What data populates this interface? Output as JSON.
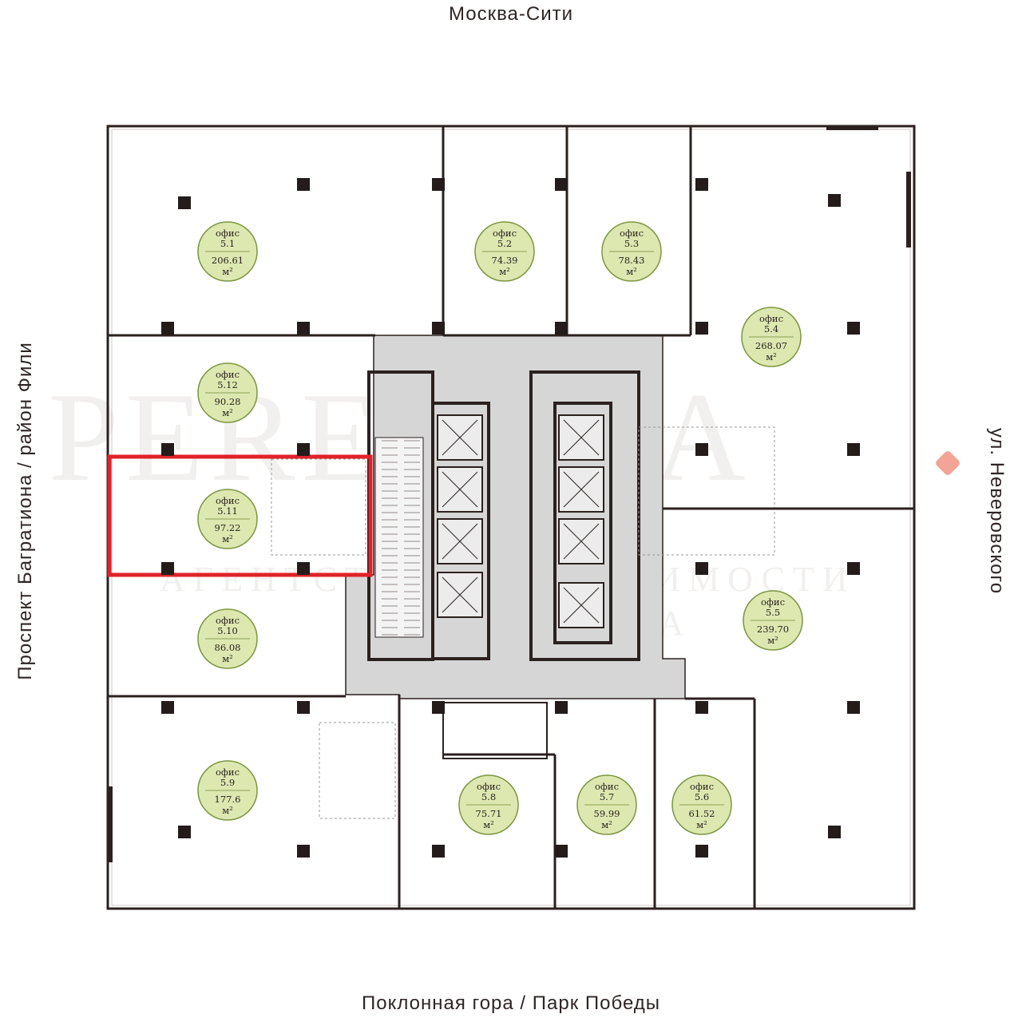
{
  "directions": {
    "top": "Москва-Сити",
    "bottom": "Поклонная гора / Парк Победы",
    "left": "Проспект Багратиона / район Фили",
    "right": "ул. Неверовского"
  },
  "watermark": {
    "main": "PERERSKA",
    "sub1": "АГЕНТСТВО НЕДВИЖИМОСТИ",
    "sub2": "ПЕРЕРОСТИКА"
  },
  "colors": {
    "wall": "#2b211f",
    "core_fill": "#d6d6d6",
    "office_badge": "#dde7b0",
    "badge_stroke": "#7c9640",
    "highlight": "#e0222a",
    "brand": "#f2a596"
  },
  "highlighted_office": "5.11",
  "offices": [
    {
      "id": "5.1",
      "label": "офис",
      "area": "206.61",
      "unit": "м²"
    },
    {
      "id": "5.2",
      "label": "офис",
      "area": "74.39",
      "unit": "м²"
    },
    {
      "id": "5.3",
      "label": "офис",
      "area": "78.43",
      "unit": "м²"
    },
    {
      "id": "5.4",
      "label": "офис",
      "area": "268.07",
      "unit": "м²"
    },
    {
      "id": "5.5",
      "label": "офис",
      "area": "239.70",
      "unit": "м²"
    },
    {
      "id": "5.6",
      "label": "офис",
      "area": "61.52",
      "unit": "м²"
    },
    {
      "id": "5.7",
      "label": "офис",
      "area": "59.99",
      "unit": "м²"
    },
    {
      "id": "5.8",
      "label": "офис",
      "area": "75.71",
      "unit": "м²"
    },
    {
      "id": "5.9",
      "label": "офис",
      "area": "177.6",
      "unit": "м²"
    },
    {
      "id": "5.10",
      "label": "офис",
      "area": "86.08",
      "unit": "м²"
    },
    {
      "id": "5.11",
      "label": "офис",
      "area": "97.22",
      "unit": "м²"
    },
    {
      "id": "5.12",
      "label": "офис",
      "area": "90.28",
      "unit": "м²"
    }
  ]
}
